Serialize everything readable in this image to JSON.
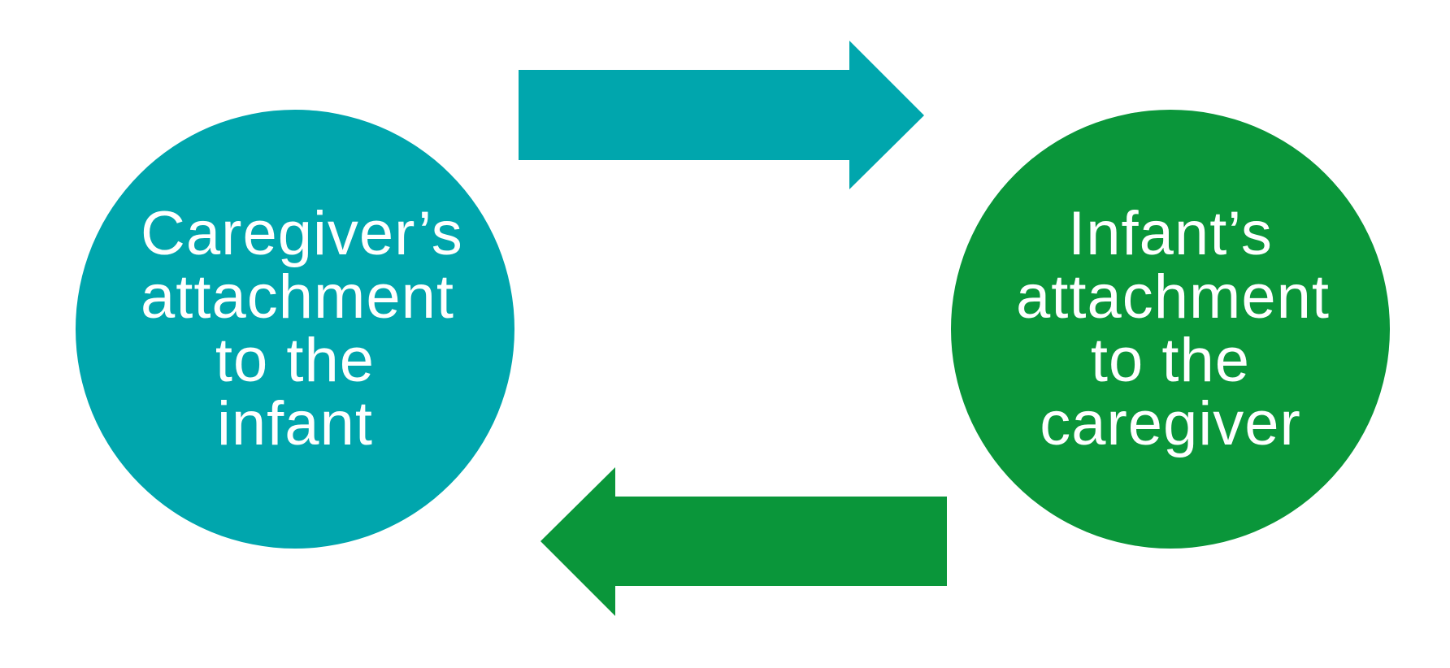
{
  "diagram": {
    "nodes": [
      {
        "id": "caregiver",
        "lines": [
          "Caregiver’s",
          "attachment",
          "to the",
          "infant"
        ],
        "color": "#00A6AD"
      },
      {
        "id": "infant",
        "lines": [
          "Infant’s",
          "attachment",
          "to the",
          "caregiver"
        ],
        "color": "#0A963A"
      }
    ],
    "arrows": [
      {
        "from": "caregiver",
        "to": "infant",
        "direction": "right",
        "color": "#00A6AD"
      },
      {
        "from": "infant",
        "to": "caregiver",
        "direction": "left",
        "color": "#0A963A"
      }
    ]
  }
}
